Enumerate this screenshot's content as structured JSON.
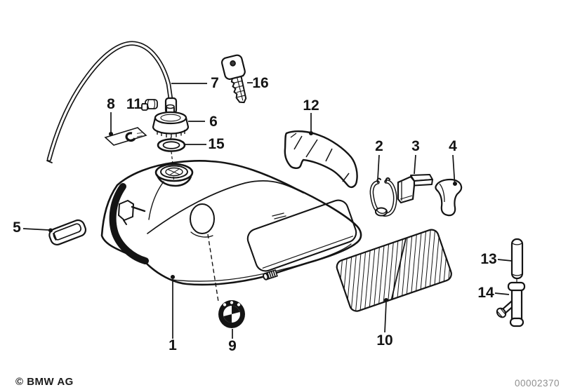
{
  "diagram": {
    "callouts": [
      "1",
      "2",
      "3",
      "4",
      "5",
      "6",
      "7",
      "8",
      "9",
      "10",
      "11",
      "12",
      "13",
      "14",
      "15",
      "16"
    ],
    "copyright": "© BMW AG",
    "code": "00002370",
    "ink_color": "#141414",
    "background_color": "#ffffff"
  }
}
